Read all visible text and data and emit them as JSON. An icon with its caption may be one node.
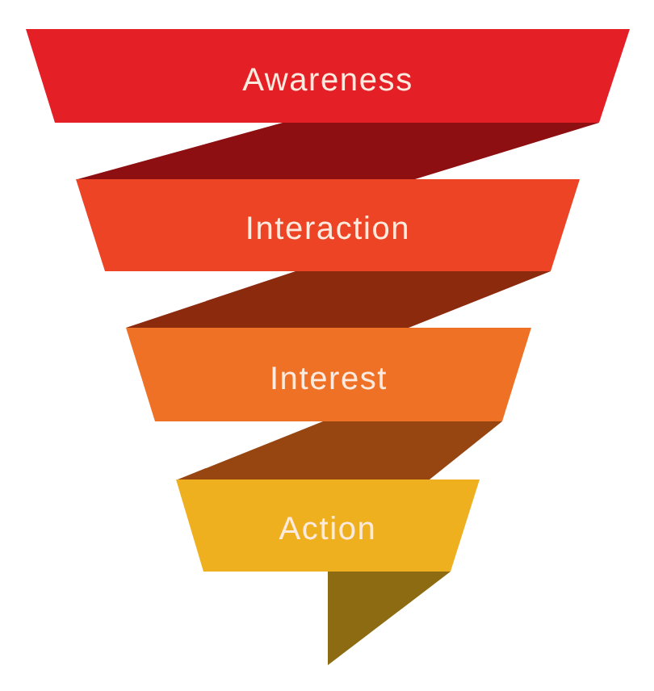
{
  "diagram": {
    "nodes": [
      {
        "text": [
          "Awareness"
        ]
      },
      {
        "text": [
          "Interaction"
        ]
      },
      {
        "text": [
          "Interest"
        ]
      },
      {
        "text": [
          "Action"
        ]
      }
    ]
  }
}
